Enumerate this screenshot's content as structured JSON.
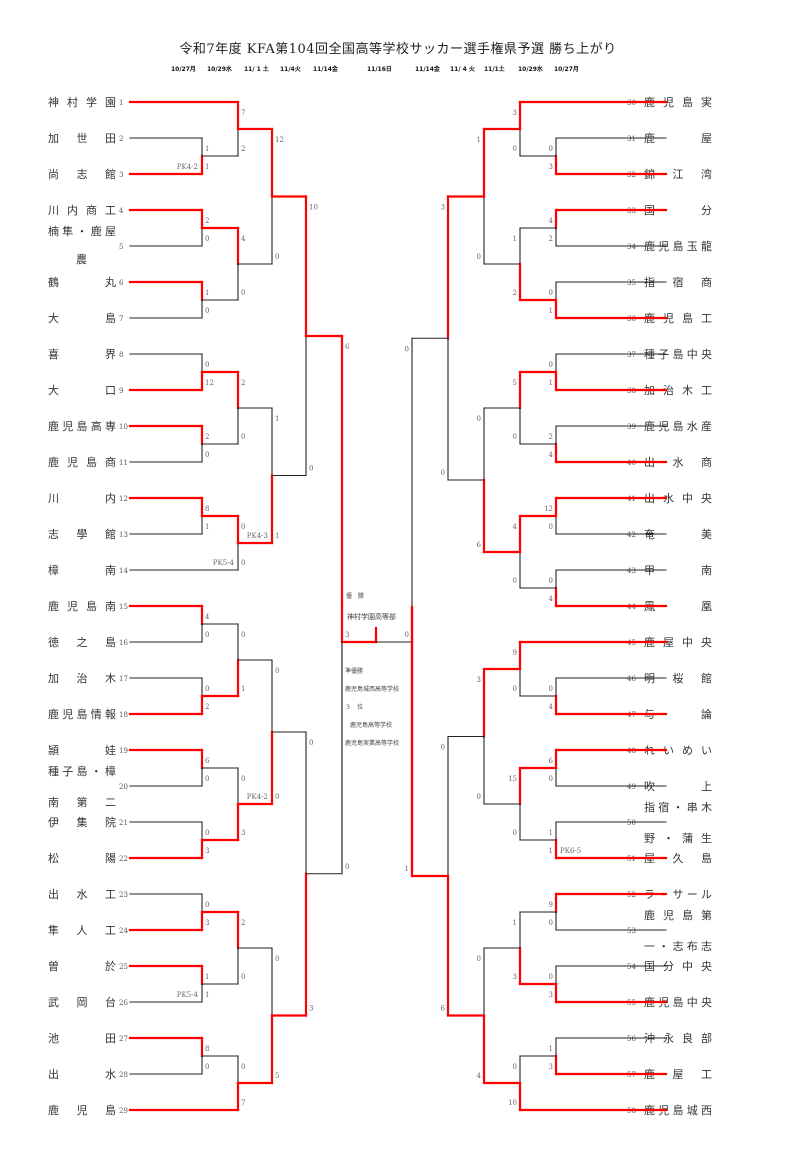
{
  "title": "令和7年度 KFA第104回全国高等学校サッカー選手権県予選 勝ち上がり",
  "dates_left": [
    "10/27月",
    "10/29水",
    "11/ 1 土",
    "11/4火",
    "11/14金"
  ],
  "date_final": "11/16日",
  "dates_right": [
    "11/14金",
    "11/ 4 火",
    "11/1土",
    "10/29水",
    "10/27月"
  ],
  "colors": {
    "win": "#ff0000",
    "line": "#222222"
  },
  "teams": [
    {
      "no": "1",
      "name": "神村学園",
      "lines": [
        "神 村 学 園"
      ]
    },
    {
      "no": "2",
      "name": "加世田",
      "lines": [
        "加　世　田"
      ]
    },
    {
      "no": "3",
      "name": "尚志館",
      "lines": [
        "尚　志　館"
      ]
    },
    {
      "no": "4",
      "name": "川内商工",
      "lines": [
        "川 内 商 工"
      ]
    },
    {
      "no": "5",
      "name": "楠隼・鹿屋農",
      "lines": [
        "楠 隼 ・ 鹿 屋",
        "農"
      ]
    },
    {
      "no": "6",
      "name": "鶴丸",
      "lines": [
        "鶴　　　丸"
      ]
    },
    {
      "no": "7",
      "name": "大島",
      "lines": [
        "大　　　島"
      ]
    },
    {
      "no": "8",
      "name": "喜界",
      "lines": [
        "喜　　　界"
      ]
    },
    {
      "no": "9",
      "name": "大口",
      "lines": [
        "大　　　口"
      ]
    },
    {
      "no": "10",
      "name": "鹿児島高専",
      "lines": [
        "鹿児島高専"
      ]
    },
    {
      "no": "11",
      "name": "鹿児島商",
      "lines": [
        "鹿 児 島 商"
      ]
    },
    {
      "no": "12",
      "name": "川内",
      "lines": [
        "川　　　内"
      ]
    },
    {
      "no": "13",
      "name": "志學館",
      "lines": [
        "志　學　館"
      ]
    },
    {
      "no": "14",
      "name": "樟南",
      "lines": [
        "樟　　　南"
      ]
    },
    {
      "no": "15",
      "name": "鹿児島南",
      "lines": [
        "鹿 児 島 南"
      ]
    },
    {
      "no": "16",
      "name": "徳之島",
      "lines": [
        "徳　之　島"
      ]
    },
    {
      "no": "17",
      "name": "加治木",
      "lines": [
        "加　治　木"
      ]
    },
    {
      "no": "18",
      "name": "鹿児島情報",
      "lines": [
        "鹿児島情報"
      ]
    },
    {
      "no": "19",
      "name": "頴娃",
      "lines": [
        "頴　　　娃"
      ]
    },
    {
      "no": "20",
      "name": "種子島・樟南第二",
      "lines": [
        "種子島・樟",
        "南　第　二"
      ]
    },
    {
      "no": "21",
      "name": "伊集院",
      "lines": [
        "伊　集　院"
      ]
    },
    {
      "no": "22",
      "name": "松陽",
      "lines": [
        "松　　　陽"
      ]
    },
    {
      "no": "23",
      "name": "出水工",
      "lines": [
        "出　水　工"
      ]
    },
    {
      "no": "24",
      "name": "隼人工",
      "lines": [
        "隼　人　工"
      ]
    },
    {
      "no": "25",
      "name": "曽於",
      "lines": [
        "曽　　　於"
      ]
    },
    {
      "no": "26",
      "name": "武岡台",
      "lines": [
        "武　岡　台"
      ]
    },
    {
      "no": "27",
      "name": "池田",
      "lines": [
        "池　　　田"
      ]
    },
    {
      "no": "28",
      "name": "出水",
      "lines": [
        "出　　　水"
      ]
    },
    {
      "no": "29",
      "name": "鹿児島",
      "lines": [
        "鹿　児　島"
      ]
    },
    {
      "no": "30",
      "name": "鹿児島実",
      "lines": [
        "鹿 児 島 実"
      ]
    },
    {
      "no": "31",
      "name": "鹿屋",
      "lines": [
        "鹿　　　屋"
      ]
    },
    {
      "no": "32",
      "name": "錦江湾",
      "lines": [
        "錦　江　湾"
      ]
    },
    {
      "no": "33",
      "name": "国分",
      "lines": [
        "国　　　分"
      ]
    },
    {
      "no": "34",
      "name": "鹿児島玉龍",
      "lines": [
        "鹿児島玉龍"
      ]
    },
    {
      "no": "35",
      "name": "指宿商",
      "lines": [
        "指　宿　商"
      ]
    },
    {
      "no": "36",
      "name": "鹿児島工",
      "lines": [
        "鹿 児 島 工"
      ]
    },
    {
      "no": "37",
      "name": "種子島中央",
      "lines": [
        "種子島中央"
      ]
    },
    {
      "no": "38",
      "name": "加治木工",
      "lines": [
        "加 治 木 工"
      ]
    },
    {
      "no": "39",
      "name": "鹿児島水産",
      "lines": [
        "鹿児島水産"
      ]
    },
    {
      "no": "40",
      "name": "出水商",
      "lines": [
        "出　水　商"
      ]
    },
    {
      "no": "41",
      "name": "出水中央",
      "lines": [
        "出 水 中 央"
      ]
    },
    {
      "no": "42",
      "name": "奄美",
      "lines": [
        "奄　　　美"
      ]
    },
    {
      "no": "43",
      "name": "甲南",
      "lines": [
        "甲　　　南"
      ]
    },
    {
      "no": "44",
      "name": "鳳凰",
      "lines": [
        "鳳　　　凰"
      ]
    },
    {
      "no": "45",
      "name": "鹿屋中央",
      "lines": [
        "鹿 屋 中 央"
      ]
    },
    {
      "no": "46",
      "name": "明桜館",
      "lines": [
        "明　桜　館"
      ]
    },
    {
      "no": "47",
      "name": "与論",
      "lines": [
        "与　　　論"
      ]
    },
    {
      "no": "48",
      "name": "れいめい",
      "lines": [
        "れ い め い"
      ]
    },
    {
      "no": "49",
      "name": "吹上",
      "lines": [
        "吹　　　上"
      ]
    },
    {
      "no": "50",
      "name": "指宿・串木野・蒲生",
      "lines": [
        "指宿・串木",
        "野 ・ 蒲 生"
      ]
    },
    {
      "no": "51",
      "name": "屋久島",
      "lines": [
        "屋　久　島"
      ]
    },
    {
      "no": "52",
      "name": "ラ・サール",
      "lines": [
        "ラ・サール"
      ]
    },
    {
      "no": "53",
      "name": "鹿児島第一・志布志",
      "lines": [
        "鹿 児 島 第",
        "一・志布志"
      ]
    },
    {
      "no": "54",
      "name": "国分中央",
      "lines": [
        "国 分 中 央"
      ]
    },
    {
      "no": "55",
      "name": "鹿児島中央",
      "lines": [
        "鹿児島中央"
      ]
    },
    {
      "no": "56",
      "name": "沖永良部",
      "lines": [
        "沖 永 良 部"
      ]
    },
    {
      "no": "57",
      "name": "鹿屋工",
      "lines": [
        "鹿　屋　工"
      ]
    },
    {
      "no": "58",
      "name": "鹿児島城西",
      "lines": [
        "鹿児島城西"
      ]
    }
  ],
  "matches_left": [
    {
      "round": 1,
      "a": "2",
      "b": "3",
      "score": [
        1,
        1
      ],
      "winner": "b",
      "pk": "PK4-2"
    },
    {
      "round": 1,
      "a": "4",
      "b": "5",
      "score": [
        2,
        0
      ],
      "winner": "a"
    },
    {
      "round": 1,
      "a": "6",
      "b": "7",
      "score": [
        1,
        0
      ],
      "winner": "a"
    },
    {
      "round": 1,
      "a": "8",
      "b": "9",
      "score": [
        0,
        12
      ],
      "winner": "b"
    },
    {
      "round": 1,
      "a": "10",
      "b": "11",
      "score": [
        2,
        0
      ],
      "winner": "a"
    },
    {
      "round": 1,
      "a": "12",
      "b": "13",
      "score": [
        8,
        1
      ],
      "winner": "a"
    },
    {
      "round": 1,
      "a": "15",
      "b": "16",
      "score": [
        4,
        0
      ],
      "winner": "a"
    },
    {
      "round": 1,
      "a": "17",
      "b": "18",
      "score": [
        0,
        2
      ],
      "winner": "b"
    },
    {
      "round": 1,
      "a": "19",
      "b": "20",
      "score": [
        6,
        0
      ],
      "winner": "a"
    },
    {
      "round": 1,
      "a": "21",
      "b": "22",
      "score": [
        0,
        3
      ],
      "winner": "b"
    },
    {
      "round": 1,
      "a": "23",
      "b": "24",
      "score": [
        0,
        3
      ],
      "winner": "b"
    },
    {
      "round": 1,
      "a": "25",
      "b": "26",
      "score": [
        1,
        1
      ],
      "winner": "a",
      "pk": "PK5-4"
    },
    {
      "round": 1,
      "a": "27",
      "b": "28",
      "score": [
        8,
        0
      ],
      "winner": "a"
    },
    {
      "round": 2,
      "a": "1",
      "b": "2/3",
      "score": [
        7,
        2
      ],
      "winner": "a"
    },
    {
      "round": 2,
      "a": "4/5",
      "b": "6/7",
      "score": [
        4,
        0
      ],
      "winner": "a"
    },
    {
      "round": 2,
      "a": "8/9",
      "b": "10/11",
      "score": [
        2,
        0
      ],
      "winner": "a"
    },
    {
      "round": 2,
      "a": "12/13",
      "b": "14",
      "score": [
        0,
        0
      ],
      "winner": "a",
      "pk": "PK5-4"
    },
    {
      "round": 2,
      "a": "15/16",
      "b": "17/18",
      "score": [
        0,
        1
      ],
      "winner": "b"
    },
    {
      "round": 2,
      "a": "19/20",
      "b": "21/22",
      "score": [
        0,
        3
      ],
      "winner": "b"
    },
    {
      "round": 2,
      "a": "23/24",
      "b": "25/26",
      "score": [
        2,
        0
      ],
      "winner": "a"
    },
    {
      "round": 2,
      "a": "27/28",
      "b": "29",
      "score": [
        0,
        7
      ],
      "winner": "b"
    },
    {
      "round": 3,
      "a": "1-3",
      "b": "4-7",
      "score": [
        12,
        0
      ],
      "winner": "a"
    },
    {
      "round": 3,
      "a": "8-11",
      "b": "12-14",
      "score": [
        1,
        1
      ],
      "winner": "b",
      "pk": "PK4-3"
    },
    {
      "round": 3,
      "a": "15-18",
      "b": "19-22",
      "score": [
        0,
        0
      ],
      "winner": "b",
      "pk": "PK4-2"
    },
    {
      "round": 3,
      "a": "23-26",
      "b": "27-29",
      "score": [
        0,
        5
      ],
      "winner": "b"
    },
    {
      "round": 4,
      "a": "1-7",
      "b": "8-14",
      "score": [
        10,
        0
      ],
      "winner": "a"
    },
    {
      "round": 4,
      "a": "15-22",
      "b": "23-29",
      "score": [
        0,
        3
      ],
      "winner": "b"
    },
    {
      "round": 5,
      "a": "1-14",
      "b": "15-29",
      "score": [
        6,
        0
      ],
      "winner": "a"
    }
  ],
  "matches_right": [
    {
      "round": 1,
      "a": "31",
      "b": "32",
      "score": [
        0,
        3
      ],
      "winner": "b"
    },
    {
      "round": 1,
      "a": "33",
      "b": "34",
      "score": [
        4,
        2
      ],
      "winner": "a"
    },
    {
      "round": 1,
      "a": "35",
      "b": "36",
      "score": [
        0,
        1
      ],
      "winner": "b"
    },
    {
      "round": 1,
      "a": "37",
      "b": "38",
      "score": [
        0,
        1
      ],
      "winner": "b"
    },
    {
      "round": 1,
      "a": "39",
      "b": "40",
      "score": [
        2,
        4
      ],
      "winner": "b"
    },
    {
      "round": 1,
      "a": "41",
      "b": "42",
      "score": [
        12,
        0
      ],
      "winner": "a"
    },
    {
      "round": 1,
      "a": "43",
      "b": "44",
      "score": [
        0,
        4
      ],
      "winner": "b"
    },
    {
      "round": 1,
      "a": "46",
      "b": "47",
      "score": [
        0,
        4
      ],
      "winner": "b"
    },
    {
      "round": 1,
      "a": "48",
      "b": "49",
      "score": [
        6,
        0
      ],
      "winner": "a"
    },
    {
      "round": 1,
      "a": "50",
      "b": "51",
      "score": [
        1,
        1
      ],
      "winner": "b",
      "pk": "PK6-5"
    },
    {
      "round": 1,
      "a": "52",
      "b": "53",
      "score": [
        9,
        0
      ],
      "winner": "a"
    },
    {
      "round": 1,
      "a": "54",
      "b": "55",
      "score": [
        0,
        3
      ],
      "winner": "b"
    },
    {
      "round": 1,
      "a": "56",
      "b": "57",
      "score": [
        1,
        3
      ],
      "winner": "b"
    },
    {
      "round": 2,
      "a": "30",
      "b": "31/32",
      "score": [
        3,
        0
      ],
      "winner": "a"
    },
    {
      "round": 2,
      "a": "33/34",
      "b": "35/36",
      "score": [
        1,
        2
      ],
      "winner": "b"
    },
    {
      "round": 2,
      "a": "37/38",
      "b": "39/40",
      "score": [
        5,
        0
      ],
      "winner": "a"
    },
    {
      "round": 2,
      "a": "41/42",
      "b": "43/44",
      "score": [
        4,
        0
      ],
      "winner": "a"
    },
    {
      "round": 2,
      "a": "45",
      "b": "46/47",
      "score": [
        9,
        0
      ],
      "winner": "a"
    },
    {
      "round": 2,
      "a": "48/49",
      "b": "50/51",
      "score": [
        15,
        0
      ],
      "winner": "a"
    },
    {
      "round": 2,
      "a": "52/53",
      "b": "54/55",
      "score": [
        1,
        3
      ],
      "winner": "b"
    },
    {
      "round": 2,
      "a": "56/57",
      "b": "58",
      "score": [
        0,
        10
      ],
      "winner": "b"
    },
    {
      "round": 3,
      "a": "30-32",
      "b": "33-36",
      "score": [
        1,
        0
      ],
      "winner": "a"
    },
    {
      "round": 3,
      "a": "37-40",
      "b": "41-44",
      "score": [
        0,
        6
      ],
      "winner": "b"
    },
    {
      "round": 3,
      "a": "45-47",
      "b": "48-51",
      "score": [
        3,
        0
      ],
      "winner": "a"
    },
    {
      "round": 3,
      "a": "52-55",
      "b": "56-58",
      "score": [
        0,
        4
      ],
      "winner": "b"
    },
    {
      "round": 4,
      "a": "30-36",
      "b": "37-44",
      "score": [
        3,
        0
      ],
      "winner": "a"
    },
    {
      "round": 4,
      "a": "45-51",
      "b": "52-58",
      "score": [
        0,
        6
      ],
      "winner": "b"
    },
    {
      "round": 5,
      "a": "30-44",
      "b": "45-58",
      "score": [
        0,
        1
      ],
      "winner": "b"
    }
  ],
  "final": {
    "score": [
      3,
      0
    ],
    "winner_label": "優　勝",
    "winner": "神村学園高等部",
    "runner_up_label": "準優勝",
    "runner_up": "鹿児島城西高等学校",
    "third_label": "３　位",
    "third": [
      "鹿児島高等学校",
      "鹿児島実業高等学校"
    ]
  }
}
